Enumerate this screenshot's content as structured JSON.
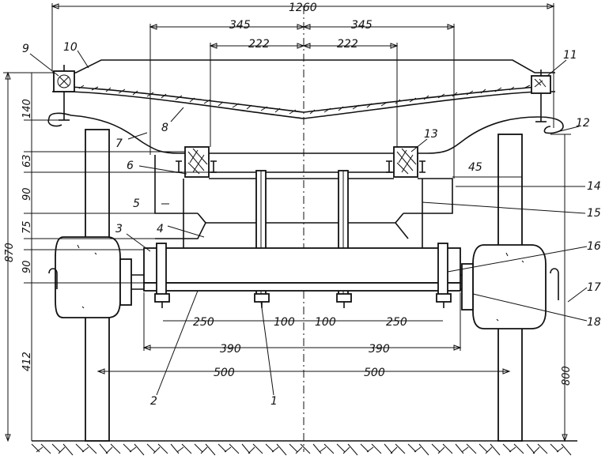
{
  "dimensions": {
    "overall_width": "1260",
    "upper_half_left": "345",
    "upper_half_right": "345",
    "upper_inner_left": "222",
    "upper_inner_right": "222",
    "right_offset": "45",
    "lower_left_outer": "250",
    "lower_left_inner": "100",
    "lower_right_inner": "100",
    "lower_right_outer": "250",
    "mid_left": "390",
    "mid_right": "390",
    "base_left": "500",
    "base_right": "500",
    "left_height_total": "870",
    "left_140": "140",
    "left_63": "63",
    "left_90_top": "90",
    "left_75": "75",
    "left_90_bottom": "90",
    "left_412": "412",
    "right_height": "800"
  },
  "callouts": [
    "1",
    "2",
    "3",
    "4",
    "5",
    "6",
    "7",
    "8",
    "9",
    "10",
    "11",
    "12",
    "13",
    "14",
    "15",
    "16",
    "17",
    "18"
  ]
}
